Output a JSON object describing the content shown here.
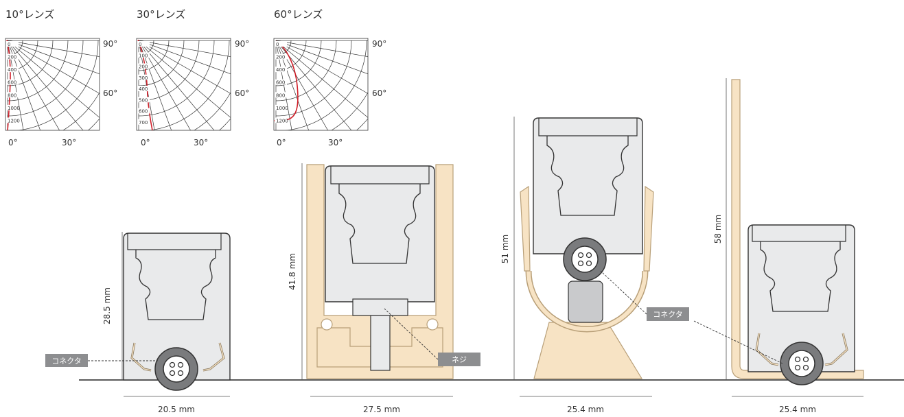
{
  "colors": {
    "profile": "#f7e3c4",
    "profile_stroke": "#b89f78",
    "housing": "#e9eaeb",
    "housing_stroke": "#333333",
    "curve": "#d0202a",
    "tag_bg": "#8d8e90",
    "connector": "#7a7b7d"
  },
  "lenses": [
    {
      "title": "10°レンズ",
      "deg_90": "90°",
      "deg_60": "60°",
      "deg_0": "0°",
      "deg_30": "30°",
      "ticks": [
        "0",
        "200",
        "400",
        "600",
        "800",
        "1000",
        "1200"
      ]
    },
    {
      "title": "30°レンズ",
      "deg_90": "90°",
      "deg_60": "60°",
      "deg_0": "0°",
      "deg_30": "30°",
      "ticks": [
        "0",
        "100",
        "200",
        "300",
        "400",
        "500",
        "600",
        "700"
      ]
    },
    {
      "title": "60°レンズ",
      "deg_90": "90°",
      "deg_60": "60°",
      "deg_0": "0°",
      "deg_30": "30°",
      "ticks": [
        "0",
        "200",
        "400",
        "600",
        "800",
        "1000",
        "1200"
      ]
    }
  ],
  "mounts": [
    {
      "height": "28.5 mm",
      "width": "20.5 mm",
      "callout": "コネクタ"
    },
    {
      "height": "41.8 mm",
      "width": "27.5 mm",
      "callout": "ネジ"
    },
    {
      "height": "51 mm",
      "width": "25.4 mm",
      "callout": "コネクタ"
    },
    {
      "height": "58 mm",
      "width": "25.4 mm",
      "callout": ""
    }
  ]
}
